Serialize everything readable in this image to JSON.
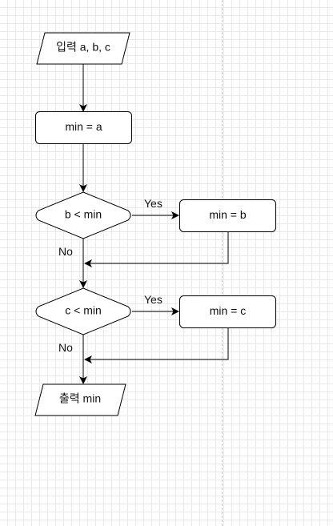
{
  "nodes": {
    "input": "입력 a, b, c",
    "init_min": "min = a",
    "decision_b": "b < min",
    "assign_b": "min = b",
    "decision_c": "c < min",
    "assign_c": "min = c",
    "output": "출력 min"
  },
  "edge_labels": {
    "yes_1": "Yes",
    "no_1": "No",
    "yes_2": "Yes",
    "no_2": "No"
  },
  "colors": {
    "stroke": "#000000",
    "fill": "#ffffff",
    "grid": "#e9e9e9",
    "divider": "#c4c4c4"
  }
}
